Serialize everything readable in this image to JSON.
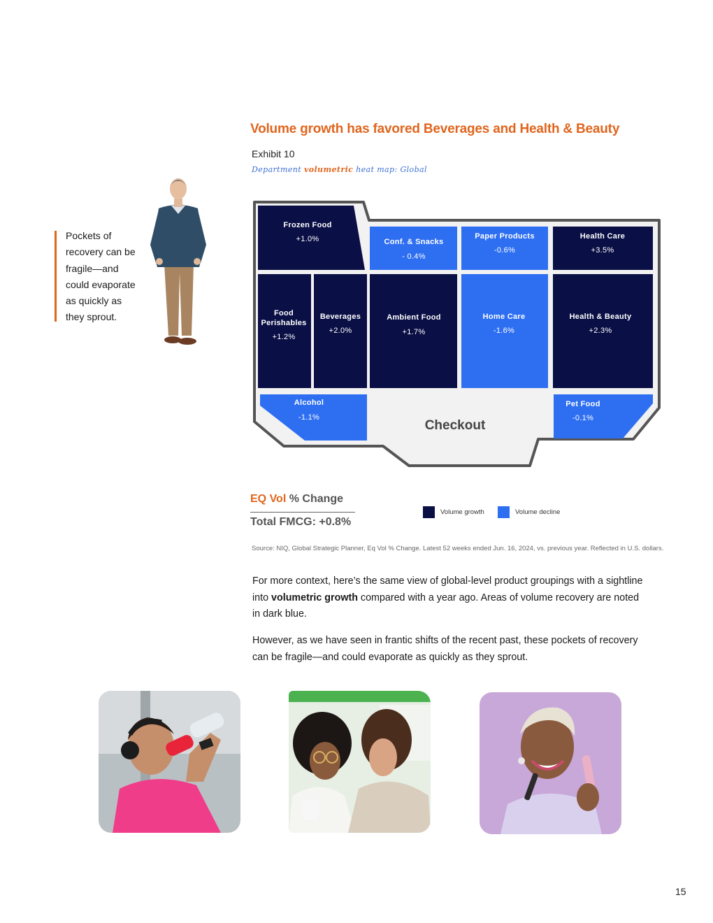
{
  "headline": "Volume growth has favored Beverages and Health & Beauty",
  "exhibit": "Exhibit 10",
  "subtitle": {
    "part1": "Department ",
    "highlight": "volumetric",
    "part2": " heat map: Global"
  },
  "pull_quote": "Pockets of recovery can be fragile—and could evaporate as quickly as they sprout.",
  "colors": {
    "accent_orange": "#e0661f",
    "volume_growth": "#0a0f45",
    "volume_decline": "#2e6ff2",
    "floor": "#f2f2f2",
    "wall": "#555555"
  },
  "store_map": {
    "departments": [
      {
        "name": "Frozen Food",
        "value": "+1.0%",
        "status": "growth"
      },
      {
        "name": "Conf. & Snacks",
        "value": "- 0.4%",
        "status": "decline"
      },
      {
        "name": "Paper Products",
        "value": "-0.6%",
        "status": "decline"
      },
      {
        "name": "Health Care",
        "value": "+3.5%",
        "status": "growth"
      },
      {
        "name_line1": "Food",
        "name_line2": "Perishables",
        "value": "+1.2%",
        "status": "growth"
      },
      {
        "name": "Beverages",
        "value": "+2.0%",
        "status": "growth"
      },
      {
        "name": "Ambient Food",
        "value": "+1.7%",
        "status": "growth"
      },
      {
        "name": "Home Care",
        "value": "-1.6%",
        "status": "decline"
      },
      {
        "name": "Health & Beauty",
        "value": "+2.3%",
        "status": "growth"
      },
      {
        "name": "Alcohol",
        "value": "-1.1%",
        "status": "decline"
      },
      {
        "name": "Pet Food",
        "value": "-0.1%",
        "status": "decline"
      }
    ],
    "checkout_label": "Checkout"
  },
  "legend": {
    "eqvol_highlight": "EQ Vol",
    "eqvol_rest": " % Change",
    "total": "Total FMCG: +0.8%",
    "growth_label": "Volume growth",
    "decline_label": "Volume decline"
  },
  "source": "Source: NIQ, Global Strategic Planner, Eq Vol % Change. Latest 52 weeks ended Jun. 16, 2024, vs. previous year. Reflected in U.S. dollars.",
  "paragraph1": {
    "before": "For more context, here’s the same view of global-level product groupings with a sightline into ",
    "bold": "volumetric growth",
    "after": " compared with a year ago. Areas of volume recovery are noted in dark blue."
  },
  "paragraph2": "However, as we have seen in frantic shifts of the recent past, these pockets of recovery can be fragile—and could evaporate as quickly as they sprout.",
  "page_number": "15"
}
